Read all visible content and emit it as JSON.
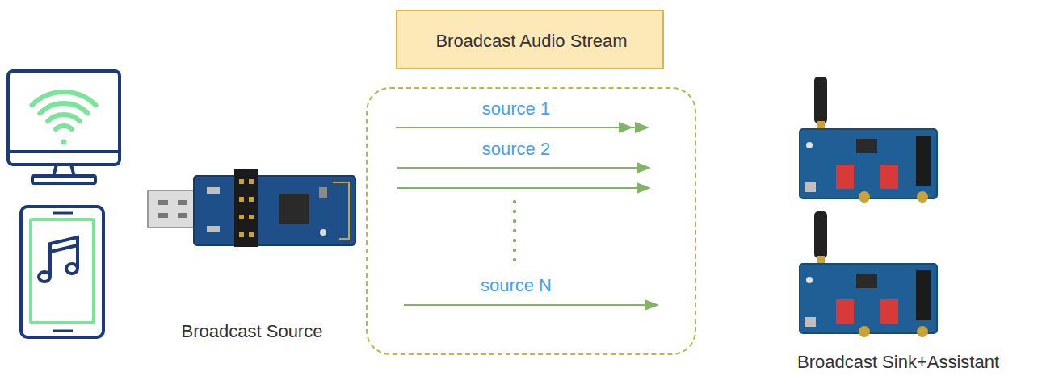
{
  "diagram": {
    "nodes": [
      {
        "text": [
          "Broadcast Audio Stream"
        ]
      },
      {
        "text": [
          "source 1",
          "source 2",
          "source N"
        ]
      }
    ],
    "labels": [
      "Broadcast Source",
      "Broadcast Sink+Assistant"
    ]
  }
}
